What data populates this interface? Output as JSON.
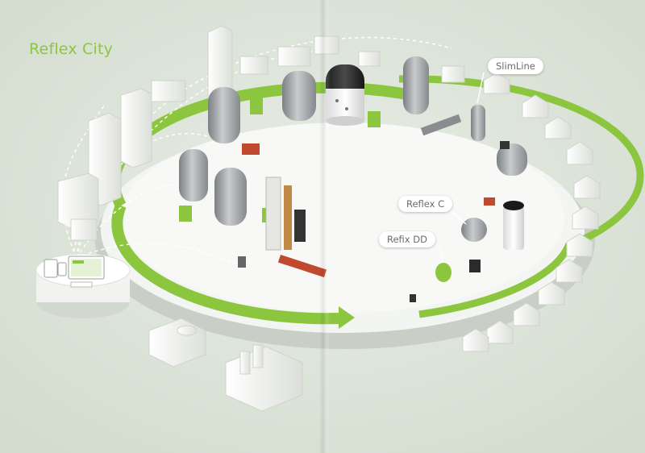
{
  "title": "Reflex City",
  "callouts": {
    "slimline": "SlimLine",
    "reflex_c": "Reflex C",
    "refix_dd": "Refix DD"
  },
  "colors": {
    "brand_green": "#8cc63f",
    "background": "#dfe6dc",
    "platform": "#f2f4f1",
    "tank_grey": "#9a9da0",
    "building": "#f4f5f3"
  }
}
